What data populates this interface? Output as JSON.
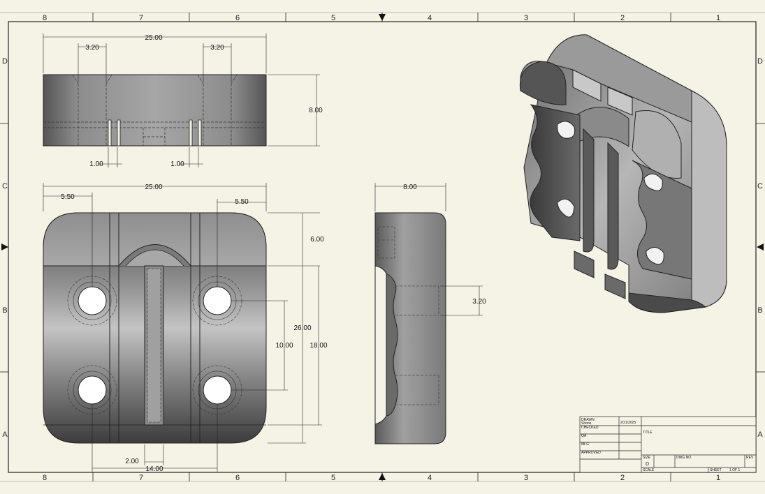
{
  "sheet": {
    "zones_x": [
      "8",
      "7",
      "6",
      "5",
      "4",
      "3",
      "2",
      "1"
    ],
    "zones_y": [
      "D",
      "C",
      "B",
      "A"
    ]
  },
  "front_view": {
    "dims": {
      "overall_width": "25.00",
      "hole_dia_left": "3.20",
      "hole_dia_right": "3.20",
      "height": "8.00",
      "slot_left": "1.00",
      "slot_right": "1.00"
    }
  },
  "top_view": {
    "dims": {
      "overall_width": "25.00",
      "offset_left": "5.50",
      "offset_right": "5.50",
      "top_band": "6.00",
      "overall_height": "26.00",
      "hole_pitch": "10.00",
      "lower_height": "18.00",
      "slot_width": "2.00",
      "hole_spacing": "14.00"
    }
  },
  "side_view": {
    "dims": {
      "thickness": "8.00",
      "groove": "3.20"
    }
  },
  "title_block": {
    "drawn_label": "DRAWN",
    "drawn_name": "Shone",
    "drawn_date": "2/21/2025",
    "checked_label": "CHECKED",
    "qa_label": "QA",
    "mfg_label": "MFG",
    "approved_label": "APPROVED",
    "title_label": "TITLE",
    "size_label": "SIZE",
    "size_value": "D",
    "dwg_label": "DWG NO",
    "rev_label": "REV",
    "scale_label": "SCALE",
    "sheet_label": "SHEET",
    "sheet_value": "1 OF 1"
  }
}
